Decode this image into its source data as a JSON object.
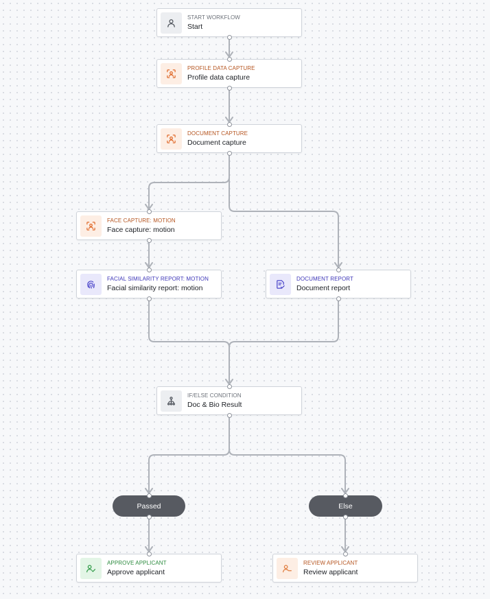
{
  "nodes": {
    "start": {
      "kind": "START WORKFLOW",
      "label": "Start",
      "icon": "person-icon",
      "theme": "gray"
    },
    "profile": {
      "kind": "PROFILE DATA CAPTURE",
      "label": "Profile data capture",
      "icon": "face-scan-icon",
      "theme": "orange"
    },
    "document": {
      "kind": "DOCUMENT CAPTURE",
      "label": "Document capture",
      "icon": "face-scan-icon",
      "theme": "orange"
    },
    "face": {
      "kind": "FACE CAPTURE: MOTION",
      "label": "Face capture: motion",
      "icon": "face-scan-icon",
      "theme": "orange"
    },
    "facial": {
      "kind": "FACIAL SIMILARITY REPORT: MOTION",
      "label": "Facial similarity report: motion",
      "icon": "fingerprint-icon",
      "theme": "purple"
    },
    "docreport": {
      "kind": "DOCUMENT REPORT",
      "label": "Document report",
      "icon": "document-check-icon",
      "theme": "purple"
    },
    "condition": {
      "kind": "IF/ELSE CONDITION",
      "label": "Doc & Bio Result",
      "icon": "branch-icon",
      "theme": "gray"
    },
    "approve": {
      "kind": "APPROVE APPLICANT",
      "label": "Approve applicant",
      "icon": "user-check-icon",
      "theme": "green"
    },
    "review": {
      "kind": "REVIEW APPLICANT",
      "label": "Review applicant",
      "icon": "user-minus-icon",
      "theme": "orangeSoft"
    }
  },
  "branches": {
    "passed": {
      "label": "Passed"
    },
    "else": {
      "label": "Else"
    }
  },
  "themes": {
    "gray": {
      "bg": "#eceef1",
      "fg": "#4a4f57",
      "kind": "#6b7078"
    },
    "orange": {
      "bg": "#fdeee4",
      "fg": "#e06a2b",
      "kind": "#b5541f"
    },
    "purple": {
      "bg": "#e9e8fb",
      "fg": "#4b45c9",
      "kind": "#3d36b8"
    },
    "green": {
      "bg": "#e3f5e6",
      "fg": "#2e9a46",
      "kind": "#2b8a3e"
    },
    "orangeSoft": {
      "bg": "#fdeee4",
      "fg": "#e07b3c",
      "kind": "#b5541f"
    }
  },
  "colors": {
    "edge": "#aeb2b9",
    "pill": "#575a61"
  }
}
